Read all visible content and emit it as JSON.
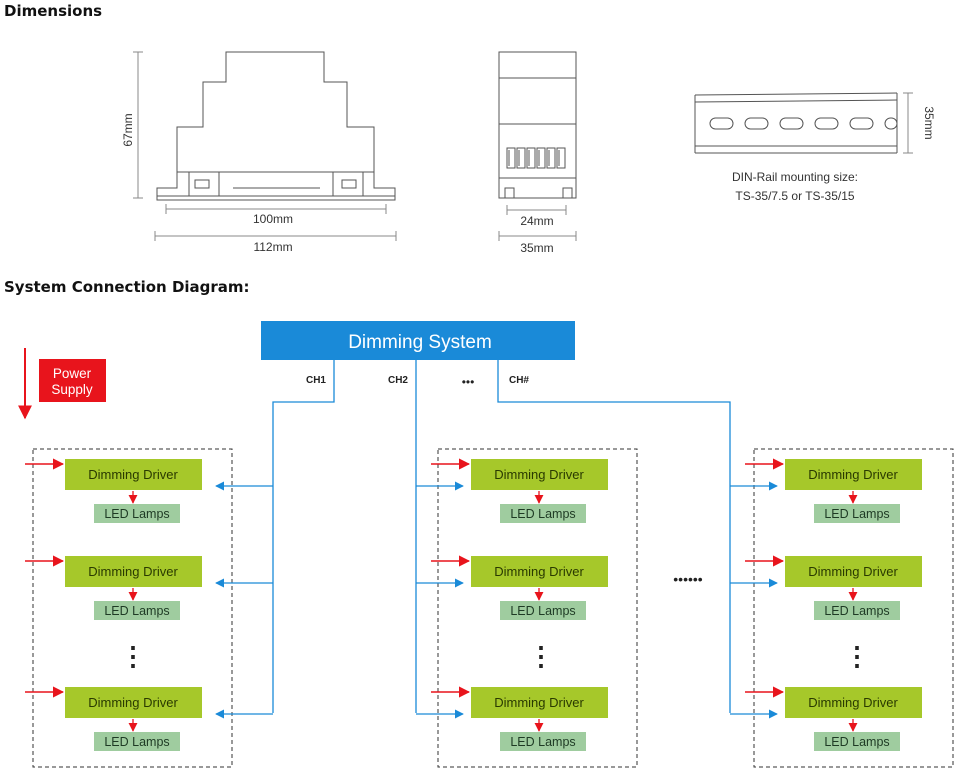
{
  "headings": {
    "dimensions": "Dimensions",
    "system": "System Connection Diagram:"
  },
  "dimensions": {
    "height_front": "67mm",
    "inner_width": "100mm",
    "outer_width": "112mm",
    "side_inner": "24mm",
    "side_outer": "35mm",
    "rail_height": "35mm",
    "rail_note_line1": "DIN-Rail mounting size:",
    "rail_note_line2": "TS-35/7.5 or TS-35/15"
  },
  "diagram": {
    "title": "Dimming System",
    "power_supply_line1": "Power",
    "power_supply_line2": "Supply",
    "channels": [
      "CH1",
      "CH2",
      "CH#"
    ],
    "channel_ellipsis": "•••",
    "group_ellipsis": "••••••",
    "driver_label": "Dimming Driver",
    "lamp_label": "LED Lamps",
    "vertical_ellipsis": "⋮"
  },
  "colors": {
    "title_bar": "#1a8ad8",
    "power_box": "#e8141c",
    "driver_box": "#a6c82a",
    "lamp_box": "#9fcc9f",
    "signal_line": "#1a8ad8",
    "power_arrow": "#e8141c",
    "drawing_line": "#555555"
  }
}
